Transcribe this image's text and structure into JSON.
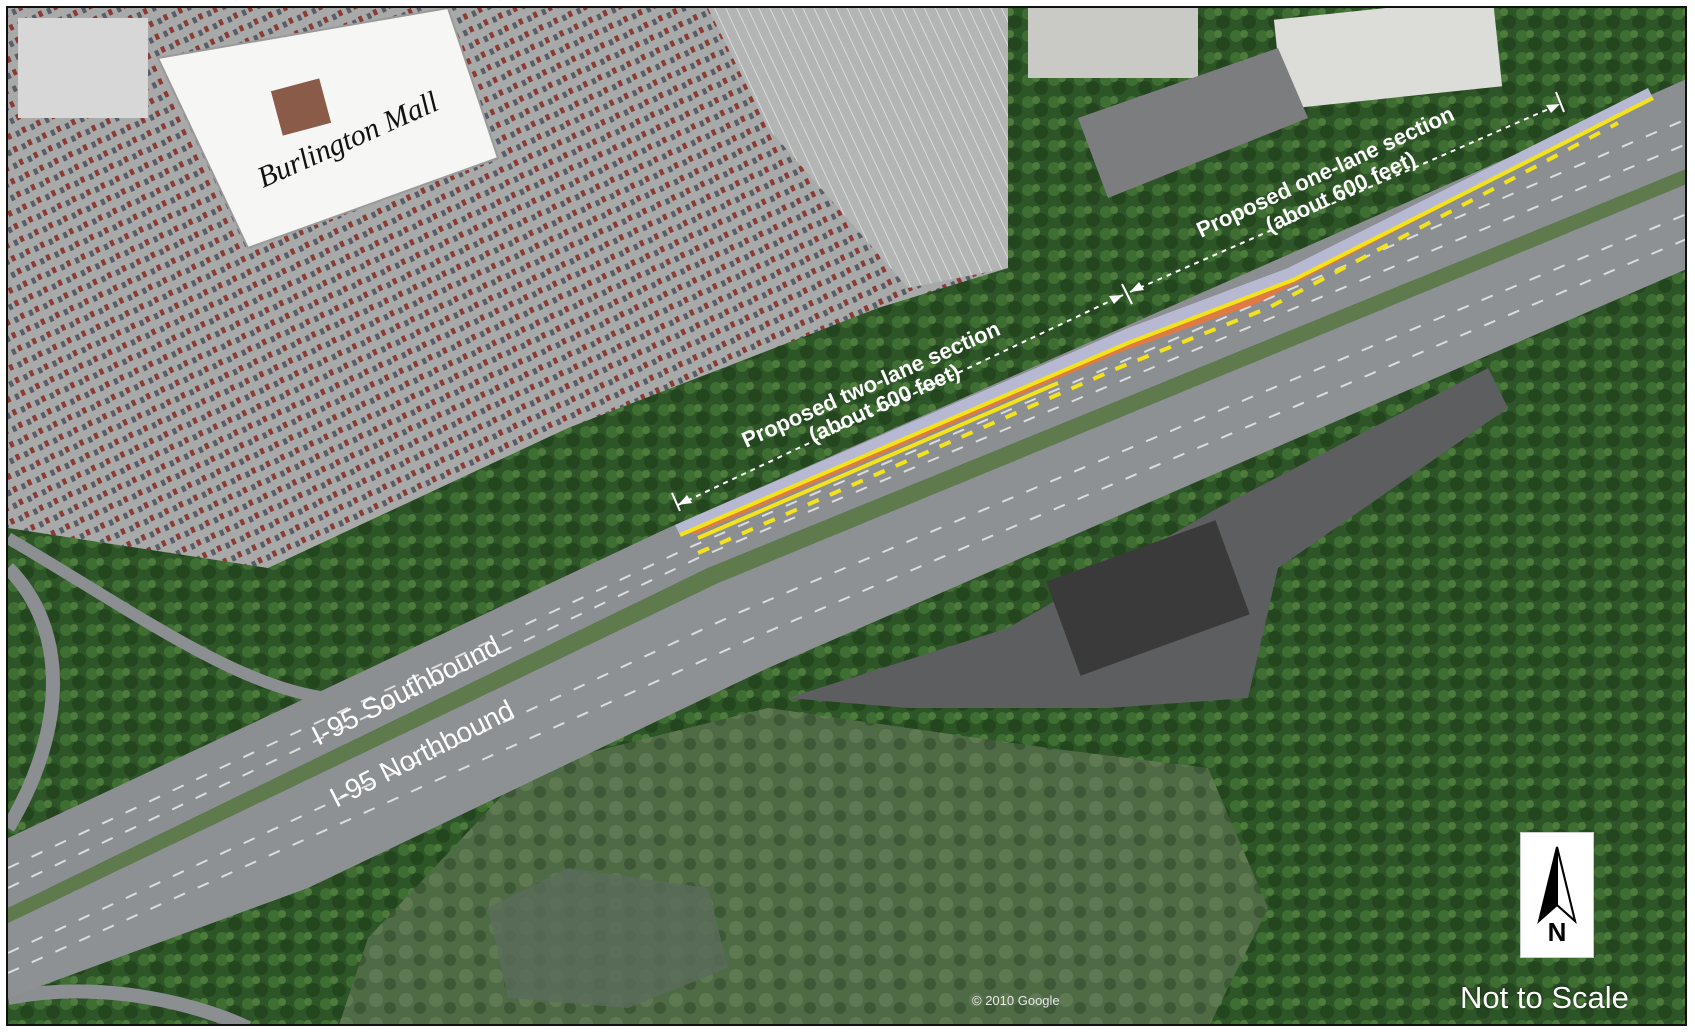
{
  "map": {
    "labels": {
      "mall": "Burlington Mall",
      "two_lane_line1": "Proposed two-lane section",
      "two_lane_line2": "(about 600 feet)",
      "one_lane_line1": "Proposed one-lane section",
      "one_lane_line2": "(about 600 feet)",
      "southbound": "I-95 Southbound",
      "northbound": "I-95 Northbound"
    },
    "north_arrow": {
      "letter": "N",
      "icon": "north-arrow-icon"
    },
    "scale_note": "Not to Scale",
    "credit": "© 2010 Google",
    "colors": {
      "proposed_lane_fill": "#e07a45",
      "lane_edge_yellow": "#f3e21c",
      "shoulder": "#b7b9d3",
      "highway": "#8b8f92",
      "forest": "#2f5a2a",
      "parking": "#a9abaa"
    }
  }
}
